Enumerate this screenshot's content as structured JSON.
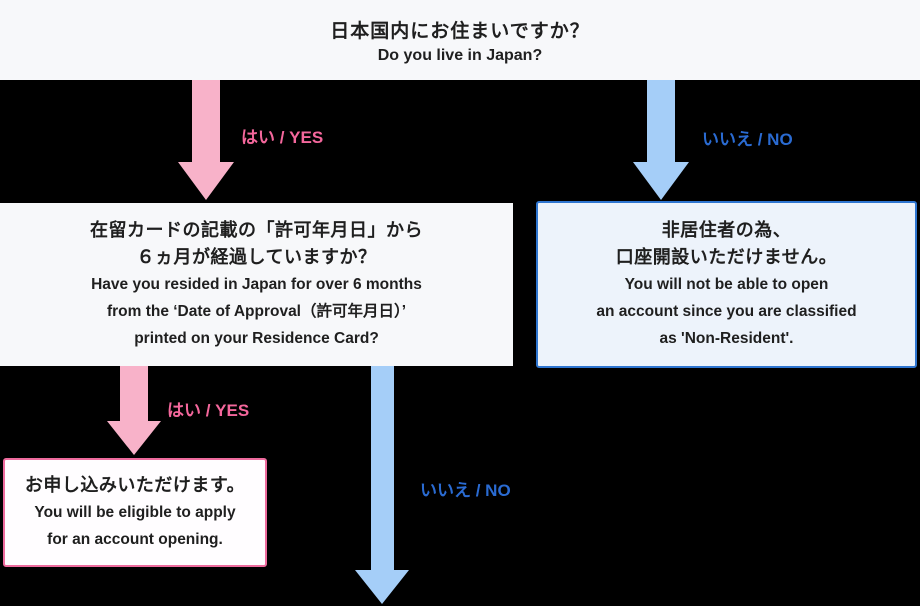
{
  "banner": {
    "question_jp": "日本国内にお住まいですか？",
    "question_en": "Do you live in Japan?"
  },
  "labels": {
    "yes_top": "はい / YES",
    "no_top": "いいえ / NO",
    "yes_bottom": "はい / YES",
    "no_bottom": "いいえ / NO"
  },
  "residence_box": {
    "jp_line1": "在留カードの記載の「許可年月日」から",
    "jp_line2": "６ヵ月が経過していますか？",
    "en_line1": "Have you resided in Japan for over 6 months",
    "en_line2": "from the ‘Date of Approval（許可年月日）’",
    "en_line3": "printed on your Residence Card?"
  },
  "nonresident_box": {
    "jp_line1": "非居住者の為、",
    "jp_line2": "口座開設いただけません。",
    "en_line1": "You will not be able to open",
    "en_line2": "an account since you are classified",
    "en_line3": "as 'Non-Resident'."
  },
  "eligible_box": {
    "jp_line1": "お申し込みいただけます。",
    "en_line1": "You will be eligible to apply",
    "en_line2": "for an account opening."
  },
  "colors": {
    "banner_bg": "#f7f8fa",
    "box_bg": "#f7f8fa",
    "pink_arrow": "#f8b2c9",
    "pink_label": "#f4679c",
    "blue_arrow": "#a5cef8",
    "blue_label": "#2a6bd2",
    "blue_box_border": "#2e75d0",
    "blue_box_bg": "#edf3fb",
    "pink_box_border": "#ee6b9e",
    "pink_box_bg": "#fffdff",
    "text": "#1f1f1f",
    "page_bg": "#000000"
  }
}
